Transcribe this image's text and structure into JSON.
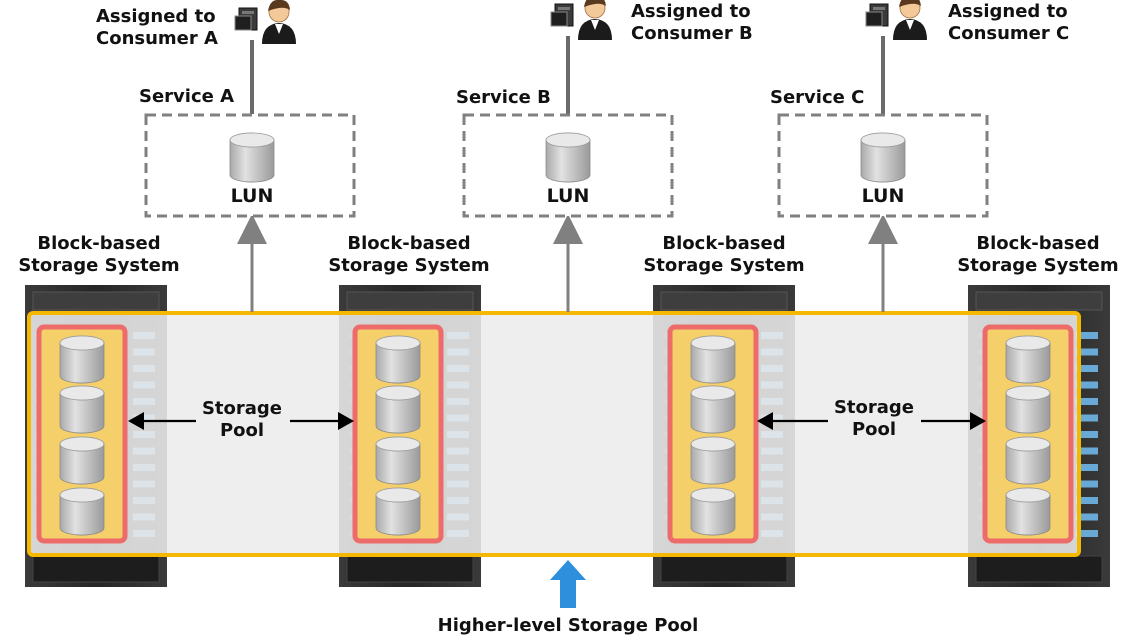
{
  "consumers": [
    {
      "label_line1": "Assigned to",
      "label_line2": "Consumer A"
    },
    {
      "label_line1": "Assigned to",
      "label_line2": "Consumer B"
    },
    {
      "label_line1": "Assigned to",
      "label_line2": "Consumer C"
    }
  ],
  "services": [
    {
      "name": "Service A",
      "lun": "LUN"
    },
    {
      "name": "Service B",
      "lun": "LUN"
    },
    {
      "name": "Service C",
      "lun": "LUN"
    }
  ],
  "storage_systems": [
    {
      "line1": "Block-based",
      "line2": "Storage System"
    },
    {
      "line1": "Block-based",
      "line2": "Storage System"
    },
    {
      "line1": "Block-based",
      "line2": "Storage System"
    },
    {
      "line1": "Block-based",
      "line2": "Storage System"
    }
  ],
  "storage_pools": [
    {
      "line1": "Storage",
      "line2": "Pool"
    },
    {
      "line1": "Storage",
      "line2": "Pool"
    }
  ],
  "higher_level_pool": {
    "label": "Higher-level Storage Pool"
  },
  "colors": {
    "outer_pool_border": "#f5b800",
    "outer_pool_fill": "#ececec",
    "pool_border": "#ee6b6b",
    "pool_fill": "#f4cf6a",
    "disk": "#c8c8c8",
    "rack": "#2a2a2a",
    "rack_led": "#6fb6e8",
    "service_border": "#808080",
    "connector": "#808080",
    "up_arrow": "#2e8fdc"
  },
  "icons": {
    "consumer": "user-with-computer-icon",
    "lun": "database-cylinder-icon",
    "disk": "disk-cylinder-icon",
    "rack": "server-rack-icon"
  }
}
